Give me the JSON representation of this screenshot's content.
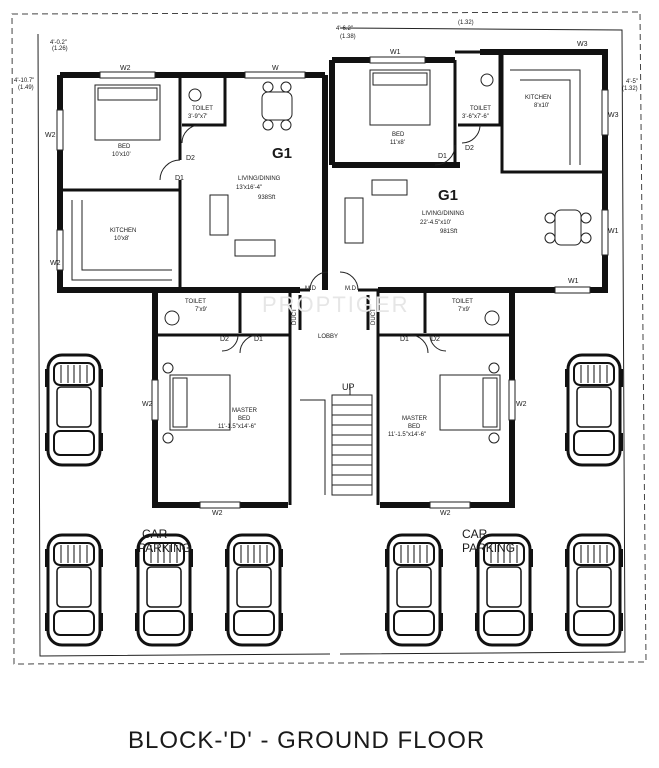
{
  "title": "BLOCK-'D' - GROUND FLOOR",
  "watermark": "PROPTIGER",
  "units": {
    "left": {
      "name": "G1",
      "living": {
        "name": "LIVING/DINING",
        "size": "13'x16'-4\"",
        "area": "938Sft"
      },
      "bed": {
        "name": "BED",
        "size": "10'x10'"
      },
      "toilet": {
        "name": "TOILET",
        "size": "3'-9\"x7'"
      },
      "kitchen": {
        "name": "KITCHEN",
        "size": "10'x8'"
      },
      "master_toilet": {
        "name": "TOILET",
        "size": "7'x9'"
      },
      "master_bed": {
        "name": "MASTER",
        "name2": "BED",
        "size": "11'-1.5\"x14'-6\""
      }
    },
    "right": {
      "name": "G1",
      "living": {
        "name": "LIVING/DINING",
        "size": "22'-4.5\"x10'",
        "area": "981Sft"
      },
      "bed": {
        "name": "BED",
        "size": "11'x8'"
      },
      "toilet": {
        "name": "TOILET",
        "size": "3'-6\"x7'-6\""
      },
      "kitchen": {
        "name": "KITCHEN",
        "size": "8'x10'"
      },
      "master_toilet": {
        "name": "TOILET",
        "size": "7'x9'"
      },
      "master_bed": {
        "name": "MASTER",
        "name2": "BED",
        "size": "11'-1.5\"x14'-6\""
      }
    }
  },
  "lobby": "LOBBY",
  "up": "UP",
  "duct": "DUCT",
  "md": "M.D",
  "car_parking": {
    "line1": "CAR",
    "line2": "PARKING"
  },
  "tags": {
    "w": "W",
    "w1": "W1",
    "w2": "W2",
    "w3": "W3",
    "d1": "D1",
    "d2": "D2"
  },
  "dims": {
    "top_left": "4'-0.2\"",
    "top_left2": "(1.26)",
    "left": "4'-10.7\"",
    "left2": "(1.49)",
    "top_mid": "(1.38)",
    "top_mid2": "4'-6.2\"",
    "top_right": "(1.32)",
    "right": "4'-5\"",
    "right2": "(1.32)"
  }
}
